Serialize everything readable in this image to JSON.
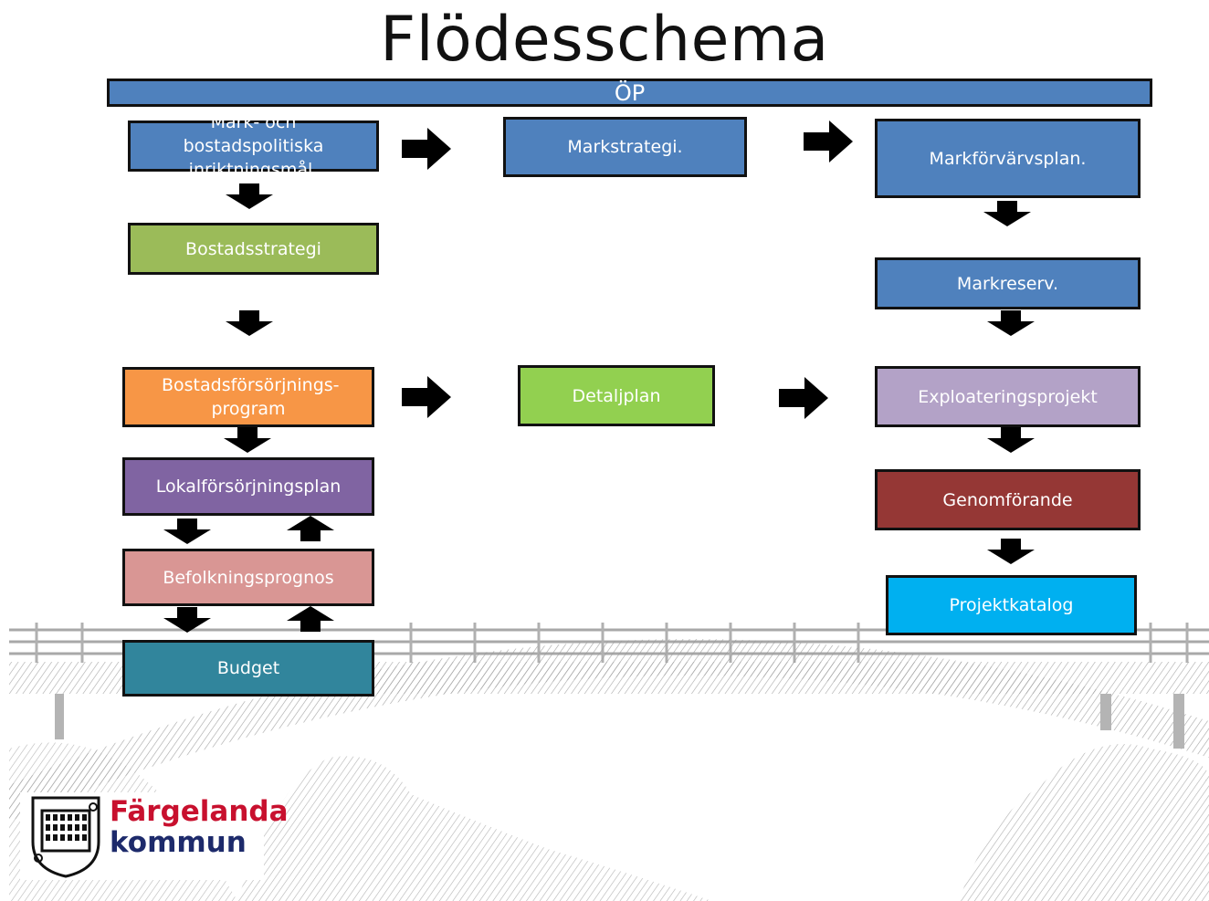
{
  "title": "Flödesschema",
  "op_bar": {
    "label": "ÖP"
  },
  "boxes": {
    "mark_bostadspolitiska": {
      "label": "Mark- och bostadspolitiska inriktningsmål."
    },
    "markstrategi": {
      "label": "Markstrategi."
    },
    "markforvarvsplan": {
      "label": "Markförvärvsplan."
    },
    "bostadsstrategi": {
      "label": "Bostadsstrategi"
    },
    "markreserv": {
      "label": "Markreserv."
    },
    "bostadsforsorjningsprogram": {
      "label": "Bostadsförsörjnings-program"
    },
    "detaljplan": {
      "label": "Detaljplan"
    },
    "exploateringsprojekt": {
      "label": "Exploateringsprojekt"
    },
    "lokalforsorjningsplan": {
      "label": "Lokalförsörjningsplan"
    },
    "genomforande": {
      "label": "Genomförande"
    },
    "befolkningsprognos": {
      "label": "Befolkningsprognos"
    },
    "projektkatalog": {
      "label": "Projektkatalog"
    },
    "budget": {
      "label": "Budget"
    }
  },
  "logo": {
    "line1": "Färgelanda",
    "line2": "kommun"
  },
  "colors": {
    "blue": "#4f81bd",
    "green": "#9bbb59",
    "light_green": "#92d050",
    "orange": "#f79646",
    "purple": "#8064a2",
    "lavender": "#b3a2c7",
    "pink": "#d99694",
    "dark_red": "#953735",
    "teal": "#31859c",
    "cyan": "#00b0f0",
    "arrow": "#000000",
    "logo_red": "#c8102e",
    "logo_navy": "#1d2a6b"
  }
}
